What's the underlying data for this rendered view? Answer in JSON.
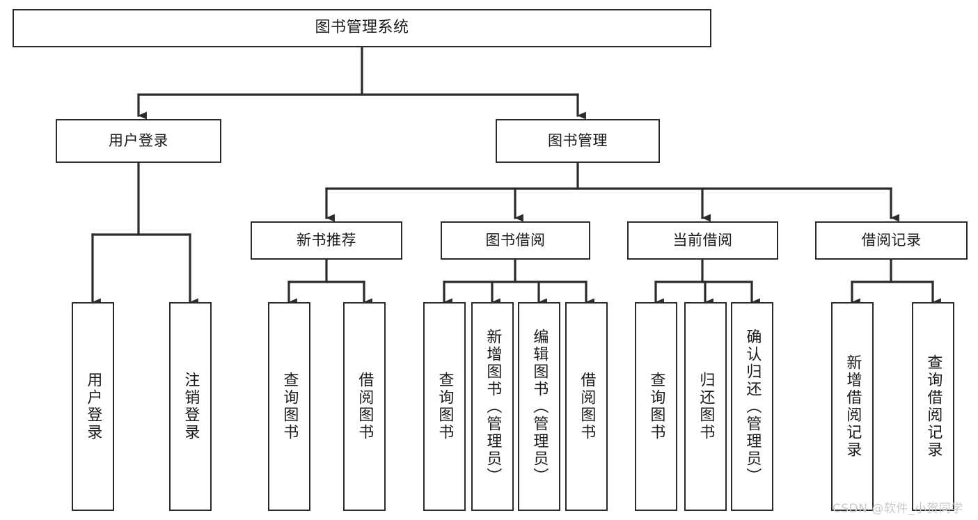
{
  "diagram": {
    "type": "hierarchy-tree",
    "title": "图书管理系统",
    "background_color": "#ffffff",
    "line_color": "#2b2b2b",
    "text_color": "#1a1a1a",
    "levels": 4
  },
  "nodes": {
    "root": {
      "label": "图书管理系统"
    },
    "level1": [
      {
        "label": "用户登录"
      },
      {
        "label": "图书管理"
      }
    ],
    "level2": [
      {
        "label": "新书推荐"
      },
      {
        "label": "图书借阅"
      },
      {
        "label": "当前借阅"
      },
      {
        "label": "借阅记录"
      }
    ],
    "leaves": {
      "user_login": [
        {
          "label": "用户登录"
        },
        {
          "label": "注销登录"
        }
      ],
      "new_book_recommend": [
        {
          "label": "查询图书"
        },
        {
          "label": "借阅图书"
        }
      ],
      "book_borrow": [
        {
          "label": "查询图书"
        },
        {
          "label": "新增图书（管理员）"
        },
        {
          "label": "编辑图书（管理员）"
        },
        {
          "label": "借阅图书"
        }
      ],
      "current_borrow": [
        {
          "label": "查询图书"
        },
        {
          "label": "归还图书"
        },
        {
          "label": "确认归还（管理员）"
        }
      ],
      "borrow_record": [
        {
          "label": "新增借阅记录"
        },
        {
          "label": "查询借阅记录"
        }
      ]
    }
  },
  "watermark": {
    "text": "CSDN @软件_小贺同学",
    "color": "#c9c9c9"
  }
}
